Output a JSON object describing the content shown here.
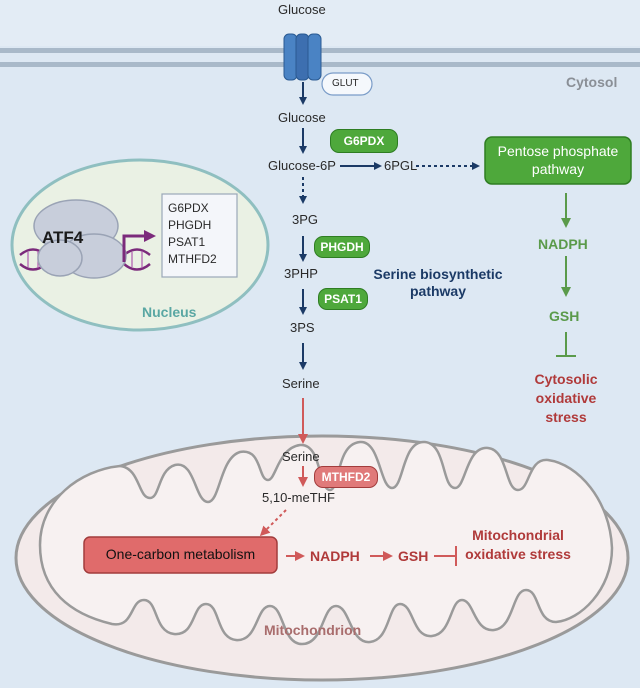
{
  "membrane": {
    "glucose_outside": "Glucose",
    "transporter": "GLUT",
    "compartment": "Cytosol"
  },
  "glycolysis": {
    "glucose": "Glucose",
    "glucose_6p": "Glucose-6P",
    "pg_6": "6PGL",
    "pg_3": "3PG",
    "php_3": "3PHP",
    "ps_3": "3PS",
    "serine": "Serine"
  },
  "enzymes": {
    "g6pdx": "G6PDX",
    "phgdh": "PHGDH",
    "psat1": "PSAT1",
    "mthfd2": "MTHFD2"
  },
  "pentose": {
    "box": "Pentose phosphate pathway",
    "nadph": "NADPH",
    "gsh": "GSH",
    "stress": "Cytosolic oxidative stress"
  },
  "serine_pathway_label": "Serine biosynthetic pathway",
  "nucleus": {
    "factor": "ATF4",
    "genes": [
      "G6PDX",
      "PHGDH",
      "PSAT1",
      "MTHFD2"
    ],
    "label": "Nucleus"
  },
  "mitochondrion": {
    "serine": "Serine",
    "methf": "5,10-meTHF",
    "one_carbon": "One-carbon metabolism",
    "nadph": "NADPH",
    "gsh": "GSH",
    "stress": "Mitochondrial oxidative stress",
    "label": "Mitochondrion"
  },
  "colors": {
    "navy": "#1b3a66",
    "green": "#4ea83b",
    "red": "#b03a3a",
    "purple": "#7b2a7b"
  }
}
